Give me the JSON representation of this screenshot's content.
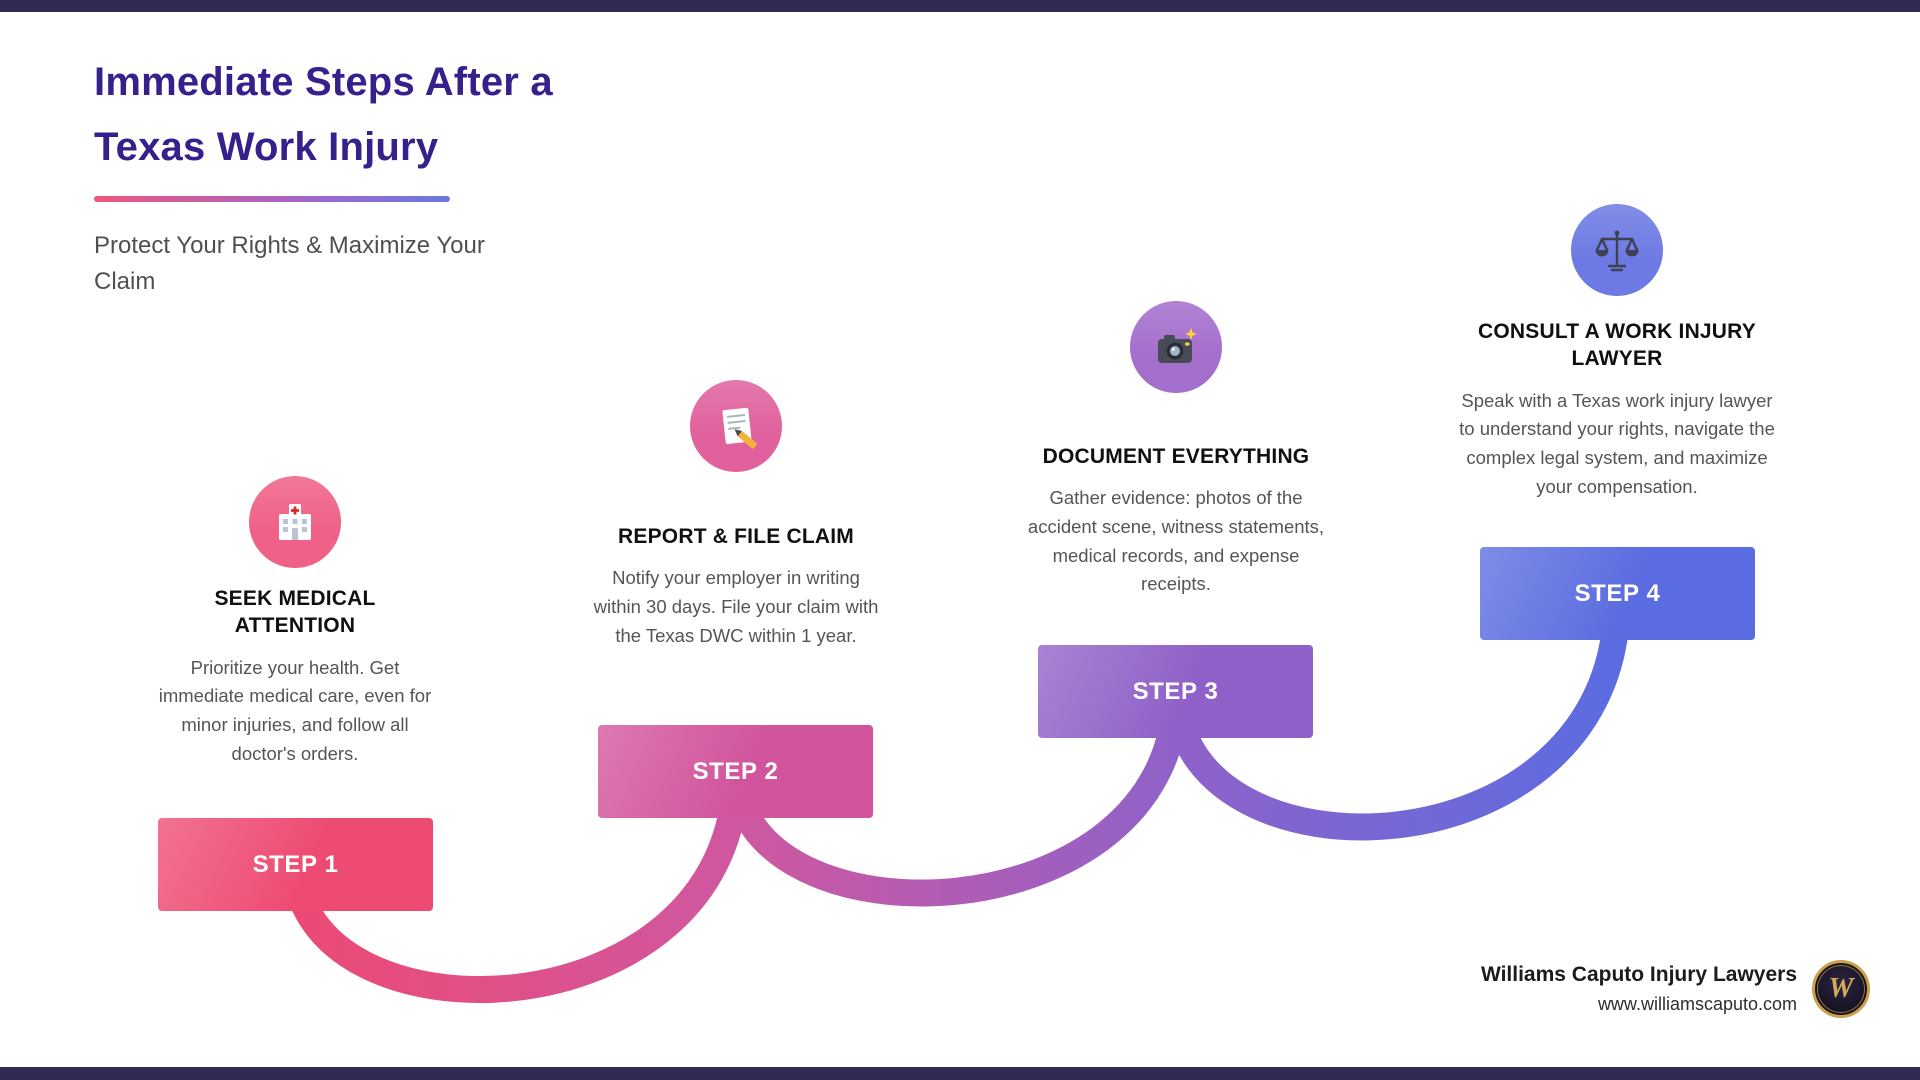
{
  "header": {
    "title_line1": "Immediate Steps After a",
    "title_line2": "Texas Work Injury",
    "subtitle": "Protect Your Rights & Maximize Your Claim"
  },
  "steps": [
    {
      "label": "STEP 1",
      "heading": "SEEK MEDICAL ATTENTION",
      "description": "Prioritize your health. Get immediate medical care, even for minor injuries, and follow all doctor's orders.",
      "icon": "hospital-icon",
      "color": "#EE4B72",
      "icon_bg": "#EF6186"
    },
    {
      "label": "STEP 2",
      "heading": "REPORT & FILE CLAIM",
      "description": "Notify your employer in writing within 30 days. File your claim with the Texas DWC within 1 year.",
      "icon": "memo-icon",
      "color": "#D2549C",
      "icon_bg": "#E0619D"
    },
    {
      "label": "STEP 3",
      "heading": "DOCUMENT EVERYTHING",
      "description": "Gather evidence: photos of the accident scene, witness statements, medical records, and expense receipts.",
      "icon": "camera-icon",
      "color": "#8F61C8",
      "icon_bg": "#A46ECD"
    },
    {
      "label": "STEP 4",
      "heading": "CONSULT A WORK INJURY LAWYER",
      "description": "Speak with a Texas work injury lawyer to understand your rights, navigate the complex legal system, and maximize your compensation.",
      "icon": "scales-icon",
      "color": "#5B6CE0",
      "icon_bg": "#6D7AE3"
    }
  ],
  "footer": {
    "company": "Williams Caputo Injury Lawyers",
    "website": "www.williamscaputo.com",
    "logo_monogram": "W"
  },
  "colors": {
    "title": "#36208C",
    "subtitle": "#4F4F4F",
    "bar": "#322A52",
    "underline_from": "#F0567C",
    "underline_to": "#6B79E2"
  }
}
